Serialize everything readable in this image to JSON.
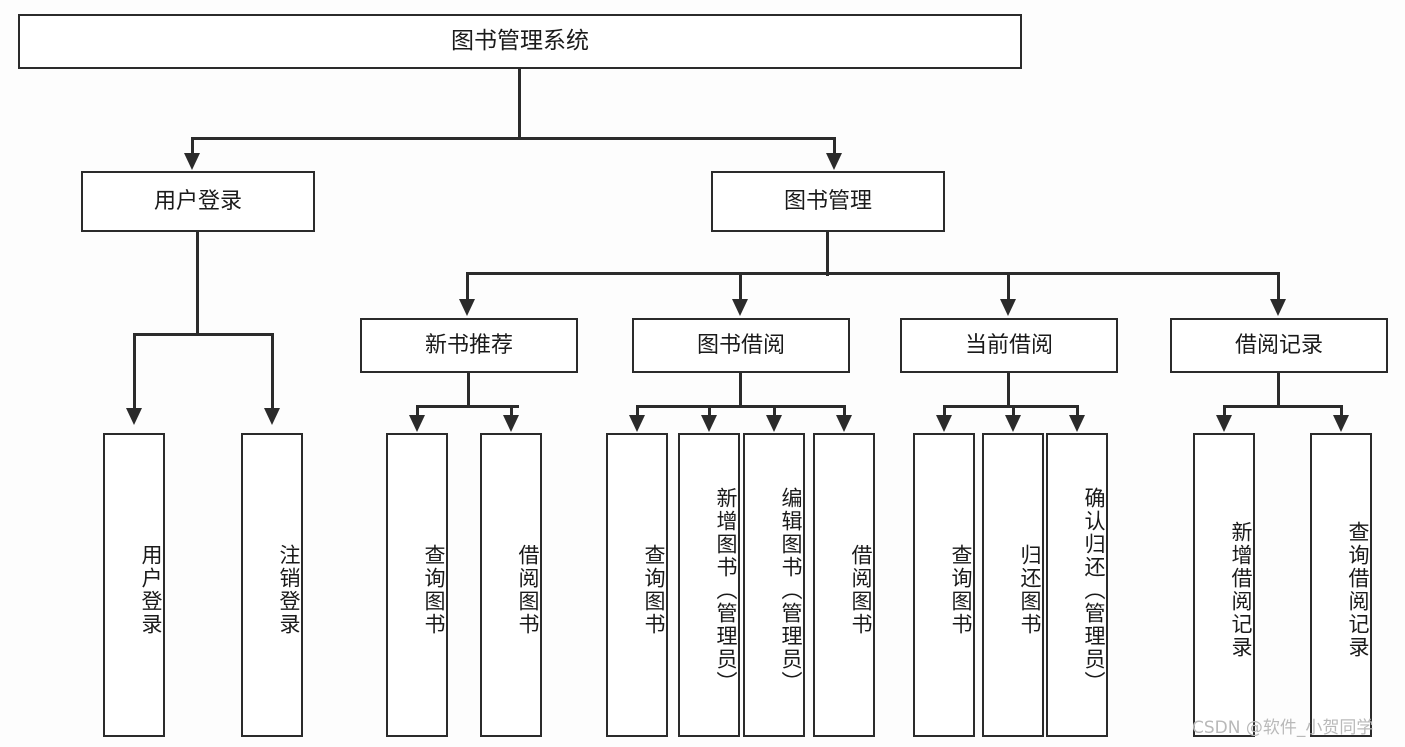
{
  "diagram": {
    "type": "tree",
    "title": "图书管理系统",
    "root": {
      "label": "图书管理系统"
    },
    "level2": [
      {
        "label": "用户登录"
      },
      {
        "label": "图书管理"
      }
    ],
    "level3": [
      {
        "label": "新书推荐"
      },
      {
        "label": "图书借阅"
      },
      {
        "label": "当前借阅"
      },
      {
        "label": "借阅记录"
      }
    ],
    "leaves": {
      "user_login": [
        {
          "label": "用户登录"
        },
        {
          "label": "注销登录"
        }
      ],
      "new_book_recommend": [
        {
          "label": "查询图书"
        },
        {
          "label": "借阅图书"
        }
      ],
      "book_borrow": [
        {
          "label": "查询图书"
        },
        {
          "label": "新增图书（管理员）"
        },
        {
          "label": "编辑图书（管理员）"
        },
        {
          "label": "借阅图书"
        }
      ],
      "current_borrow": [
        {
          "label": "查询图书"
        },
        {
          "label": "归还图书"
        },
        {
          "label": "确认归还（管理员）"
        }
      ],
      "borrow_record": [
        {
          "label": "新增借阅记录"
        },
        {
          "label": "查询借阅记录"
        }
      ]
    }
  },
  "watermark": {
    "text": "CSDN @软件_小贺同学"
  },
  "colors": {
    "border": "#2b2b2b",
    "background": "#ffffff",
    "text": "#1a1a1a",
    "watermark": "#b9b9b9"
  }
}
